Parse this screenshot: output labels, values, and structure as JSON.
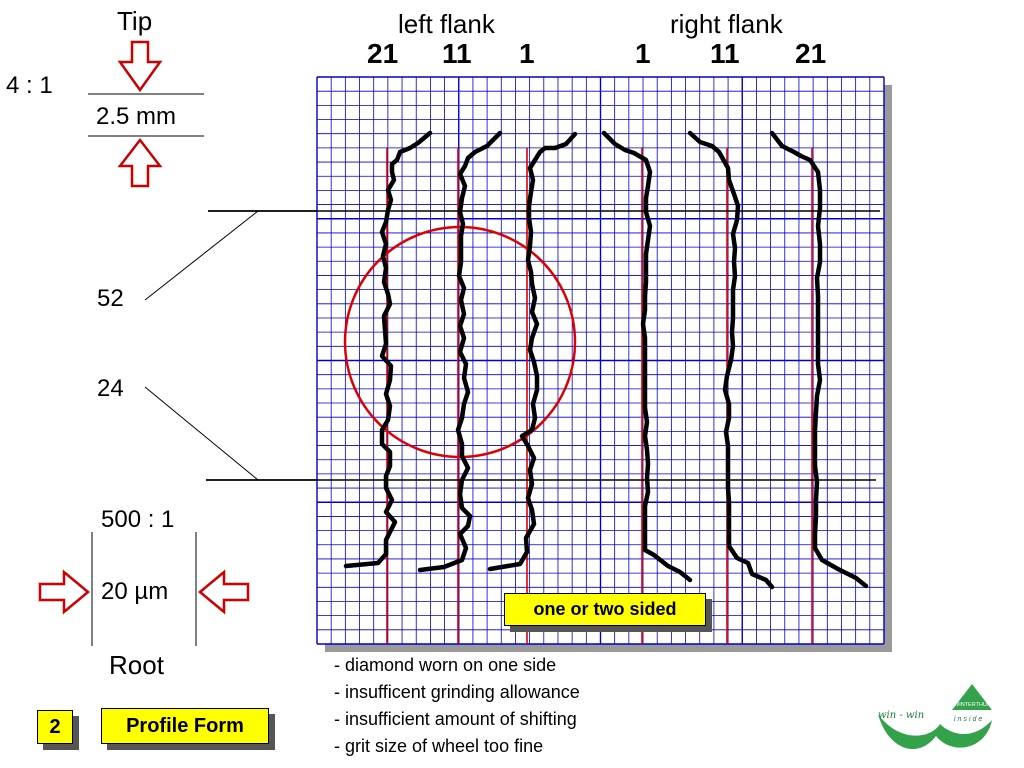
{
  "header": {
    "tip_label": "Tip",
    "left_flank_label": "left flank",
    "right_flank_label": "right flank",
    "left_positions": [
      "21",
      "11",
      "1"
    ],
    "right_positions": [
      "1",
      "11",
      "21"
    ]
  },
  "scale": {
    "magnification_vertical": "4 : 1",
    "tip_distance": "2.5 mm",
    "magnification_horizontal": "500 : 1",
    "root_distance": "20 µm",
    "root_label": "Root"
  },
  "levels": {
    "upper": "52",
    "lower": "24"
  },
  "callout": {
    "text": "one or two sided"
  },
  "causes": [
    "- diamond worn on one side",
    "- insufficent grinding allowance",
    "- insufficient amount of shifting",
    "- grit size of wheel too fine"
  ],
  "footer": {
    "slide_number": "2",
    "slide_title": "Profile Form"
  },
  "logo": {
    "brand_text": "win - win",
    "company_text": "WINTERTHUR",
    "sub_text": "inside"
  },
  "colors": {
    "grid": "#0000cc",
    "reference_lines": "#dd0000",
    "profile_traces": "#000000",
    "circle": "#dd0000",
    "arrows": "#cc0000",
    "highlight": "#ffff00",
    "logo_green": "#33a24b"
  }
}
